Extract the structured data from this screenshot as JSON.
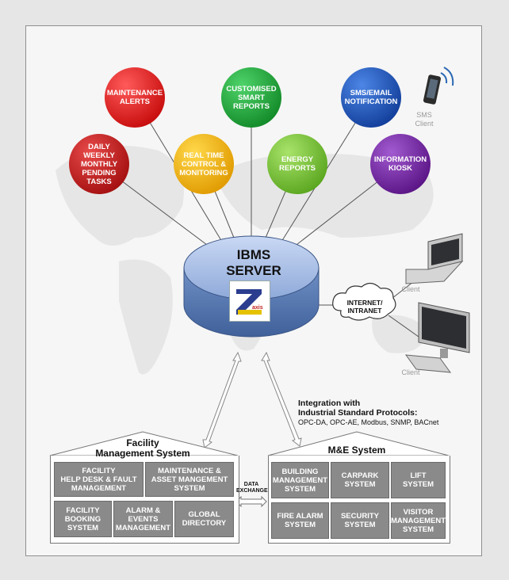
{
  "bubbles": [
    {
      "label": "MAINTENANCE\nALERTS",
      "color": "#e01818"
    },
    {
      "label": "CUSTOMISED\nSMART\nREPORTS",
      "color": "#22a33a"
    },
    {
      "label": "SMS/EMAIL\nNOTIFICATION",
      "color": "#1d4fb0"
    },
    {
      "label": "DAILY\nWEEKLY\nMONTHLY\nPENDING\nTASKS",
      "color": "#c11a1a"
    },
    {
      "label": "REAL TIME\nCONTROL &\nMONITORING",
      "color": "#f2b700"
    },
    {
      "label": "ENERGY\nREPORTS",
      "color": "#7cc43a"
    },
    {
      "label": "INFORMATION\nKIOSK",
      "color": "#7a2aa8"
    }
  ],
  "server": {
    "title": "IBMS\nSERVER",
    "logo_letter": "Z",
    "logo_sub": "axis"
  },
  "cloud": {
    "label": "INTERNET/\nINTRANET"
  },
  "devices": {
    "sms_client": "SMS\nClient",
    "client_laptop": "Client",
    "client_desktop": "Client"
  },
  "integration": {
    "line1": "Integration with",
    "line2": "Industrial Standard Protocols:",
    "line3": "OPC-DA, OPC-AE, Modbus, SNMP, BACnet"
  },
  "facility": {
    "title": "Facility\nManagement System",
    "boxes": [
      "FACILITY\nHELP DESK & FAULT\nMANAGEMENT",
      "MAINTENANCE &\nASSET MANGEMENT\nSYSTEM",
      "FACILITY\nBOOKING\nSYSTEM",
      "ALARM &\nEVENTS\nMANAGEMENT",
      "GLOBAL\nDIRECTORY"
    ]
  },
  "me": {
    "title": "M&E System",
    "boxes": [
      "BUILDING\nMANAGEMENT\nSYSTEM",
      "CARPARK\nSYSTEM",
      "LIFT\nSYSTEM",
      "FIRE ALARM\nSYSTEM",
      "SECURITY\nSYSTEM",
      "VISITOR\nMANAGEMENT\nSYSTEM"
    ]
  },
  "data_exchange": "DATA\nEXCHANGE"
}
